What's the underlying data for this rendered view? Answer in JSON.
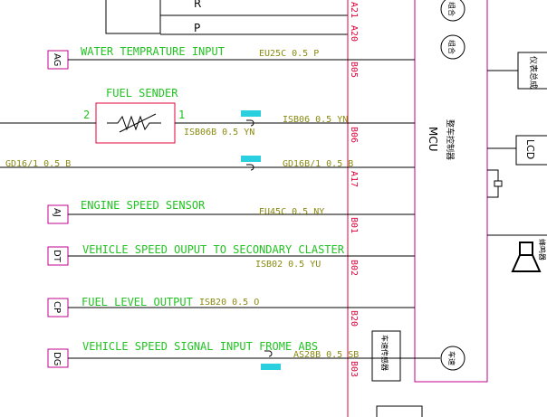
{
  "top_labels": {
    "r": "R",
    "p": "P"
  },
  "mcu": {
    "label": "MCU",
    "cn": "整车控制器"
  },
  "rows": [
    {
      "tag": "AG",
      "label": "WATER TEMPRATURE INPUT",
      "wire": "EU25C 0.5 P",
      "pin": "B05"
    },
    {
      "tag": "AJ",
      "label": "ENGINE SPEED SENSOR",
      "wire": "EU45C 0.5 NY",
      "pin": "B01"
    },
    {
      "tag": "DT",
      "label": "VEHICLE SPEED OUPUT TO SECONDARY CLASTER",
      "wire": "ISB02 0.5 YU",
      "pin": "B02"
    },
    {
      "tag": "CP",
      "label": "FUEL LEVEL OUTPUT",
      "wire": "ISB20 0.5 O",
      "pin": "B20"
    },
    {
      "tag": "DG",
      "label": "VEHICLE SPEED SIGNAL INPUT FROME ABS",
      "wire": "AS28B 0.5 SB",
      "pin": "B03"
    }
  ],
  "fuel_sender": {
    "label": "FUEL SENDER",
    "pin2": "2",
    "pin1": "1",
    "wire_left": "ISB06B 0.5 YN",
    "wire_right": "ISB06 0.5 YN",
    "pin": "B06"
  },
  "ground_row": {
    "left": "GD16/1 0.5 B",
    "right": "GD16B/1 0.5 B",
    "pin": "A17"
  },
  "pins_top": [
    "A21",
    "A20"
  ],
  "right_labels": {
    "lcd": "LCD",
    "box1": "仪表总成",
    "speaker": "蜂鸣器",
    "vss": "车速传感器",
    "circ1": "组合",
    "circ2": "组合",
    "circ3": "车速"
  }
}
